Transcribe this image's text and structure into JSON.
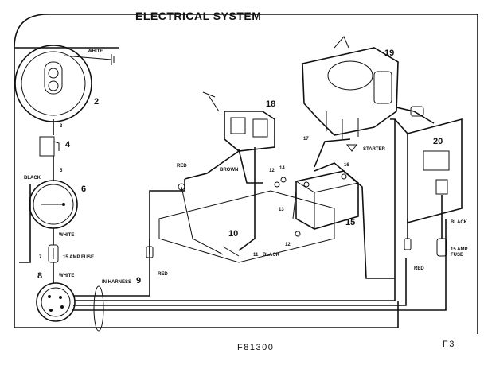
{
  "title": "ELECTRICAL SYSTEM",
  "footer": {
    "code": "F81300",
    "page": "F3"
  },
  "callouts": {
    "n2": "2",
    "n3": "3",
    "n4": "4",
    "n5": "5",
    "n6": "6",
    "n7": "7",
    "n8": "8",
    "n9": "9",
    "n10": "10",
    "n11": "11",
    "n12a": "12",
    "n12b": "12",
    "n13": "13",
    "n14": "14",
    "n15": "15",
    "n16": "16",
    "n17": "17",
    "n18": "18",
    "n19": "19",
    "n20": "20"
  },
  "wire_labels": {
    "white_top": "WHITE",
    "black_left": "BLACK",
    "white_mid": "WHITE",
    "fuse_left": "15 AMP FUSE",
    "white_low": "WHITE",
    "harness": "IN HARNESS",
    "red_center": "RED",
    "red_top": "RED",
    "brown": "BROWN",
    "black_11": "BLACK",
    "starter": "STARTER",
    "red_right": "RED",
    "black_right": "BLACK",
    "fuse_right": "15 AMP FUSE"
  }
}
